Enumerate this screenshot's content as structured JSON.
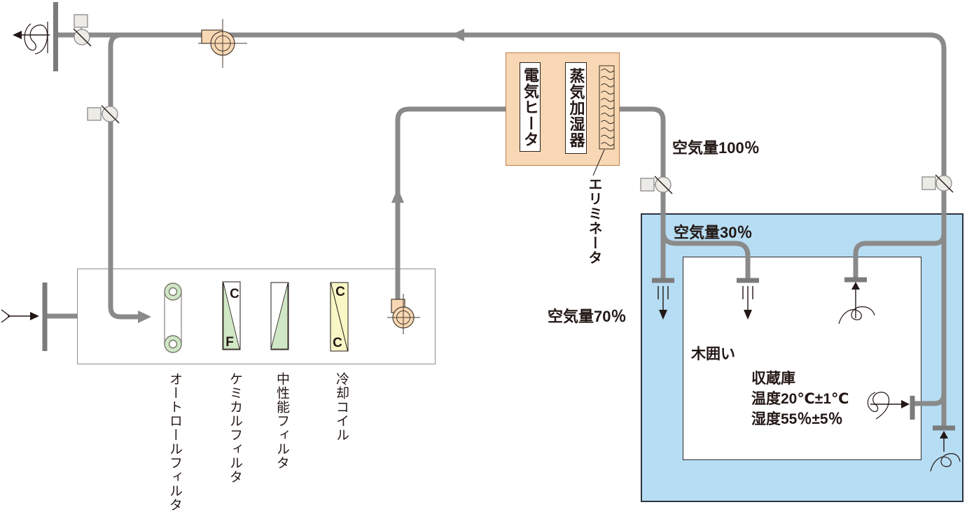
{
  "flow_labels": {
    "air_volume_100": "空気量100％",
    "air_volume_30": "空気量30％",
    "air_volume_70": "空気量70％"
  },
  "humidifier_unit": {
    "electric_heater": "電気ヒータ",
    "steam_humidifier": "蒸気加湿器",
    "eliminator": "エリミネータ"
  },
  "ahu": {
    "auto_roll_filter": "オートロールフィルタ",
    "chemical_filter": "ケミカルフィルタ",
    "chemical_filter_top_letter": "C",
    "chemical_filter_bottom_letter": "F",
    "medium_filter": "中性能フィルタ",
    "cooling_coil": "冷却コイル",
    "cooling_coil_top_letter": "C",
    "cooling_coil_bottom_letter": "C"
  },
  "room": {
    "wood_enclosure": "木囲い",
    "storage_name": "収蔵庫",
    "temperature": "温度20℃±1℃",
    "humidity": "湿度55％±5％"
  },
  "colors": {
    "ink": "#231815",
    "pipe": "#8a8a8a",
    "bar": "#7b7b7b",
    "unit-fill": "#f8d8b4",
    "unit-border": "#bc7b4f",
    "room-fill": "#b6ddf3",
    "room-border": "#2e3340",
    "green": "#cfe7c5",
    "yellow": "#f9f7c6",
    "damper-fill": "#ecebe5",
    "outline": "#473a2d"
  }
}
